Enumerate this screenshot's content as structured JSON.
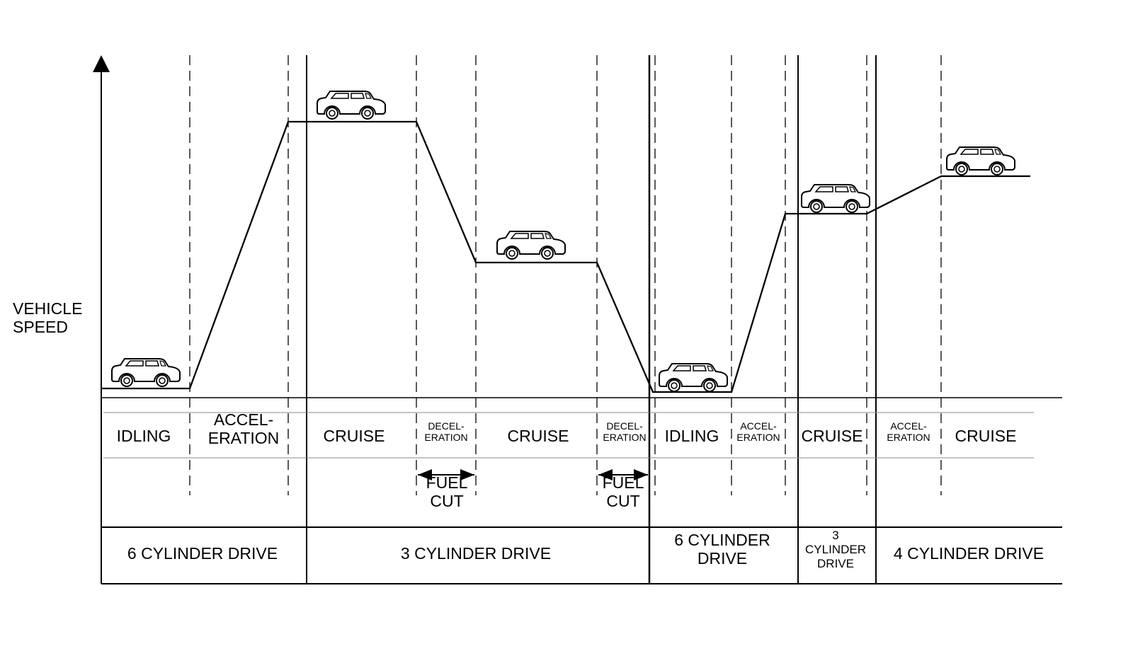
{
  "axis": {
    "y_label_lines": [
      "VEHICLE",
      "SPEED"
    ]
  },
  "phases": [
    {
      "label_lines": [
        "IDLING"
      ],
      "size": "normal"
    },
    {
      "label_lines": [
        "ACCEL-",
        "ERATION"
      ],
      "size": "normal"
    },
    {
      "label_lines": [
        "CRUISE"
      ],
      "size": "normal"
    },
    {
      "label_lines": [
        "DECEL-",
        "ERATION"
      ],
      "size": "small"
    },
    {
      "label_lines": [
        "CRUISE"
      ],
      "size": "normal"
    },
    {
      "label_lines": [
        "DECEL-",
        "ERATION"
      ],
      "size": "small"
    },
    {
      "label_lines": [
        "IDLING"
      ],
      "size": "normal"
    },
    {
      "label_lines": [
        "ACCEL-",
        "ERATION"
      ],
      "size": "small"
    },
    {
      "label_lines": [
        "CRUISE"
      ],
      "size": "normal"
    },
    {
      "label_lines": [
        "ACCEL-",
        "ERATION"
      ],
      "size": "small"
    },
    {
      "label_lines": [
        "CRUISE"
      ],
      "size": "normal"
    }
  ],
  "fuel_cut_lines": [
    "FUEL",
    "CUT"
  ],
  "cylinder_modes": [
    {
      "label_lines": [
        "6 CYLINDER DRIVE"
      ],
      "size": "normal"
    },
    {
      "label_lines": [
        "3 CYLINDER DRIVE"
      ],
      "size": "normal"
    },
    {
      "label_lines": [
        "6 CYLINDER",
        "DRIVE"
      ],
      "size": "normal"
    },
    {
      "label_lines": [
        "3",
        "CYLINDER",
        "DRIVE"
      ],
      "size": "small"
    },
    {
      "label_lines": [
        "4 CYLINDER DRIVE"
      ],
      "size": "normal"
    }
  ],
  "vehicle_icon": "suv-car-icon"
}
